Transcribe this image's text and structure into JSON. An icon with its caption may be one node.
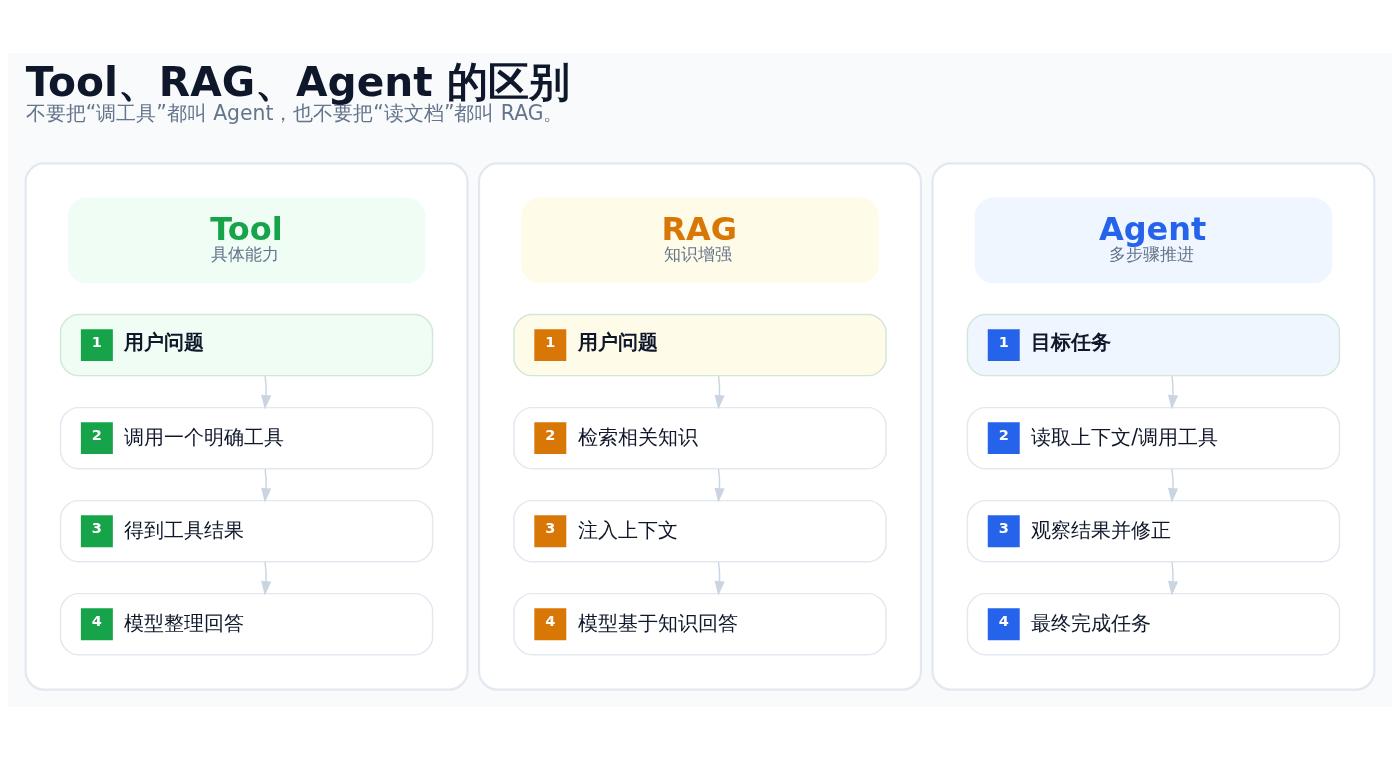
{
  "diagram": {
    "title": "Tool、RAG、Agent 的区别",
    "caption": "不要把“调工具”都叫 Agent，也不要把“读文档”都叫 RAG。",
    "nodes": [
      {
        "text": [],
        "shape": "box"
      },
      {
        "text": [
          "Tool",
          "具体能力"
        ],
        "in": 0
      },
      {
        "text": [
          "1",
          "用户问题"
        ],
        "in": 0
      },
      {
        "text": [
          "2",
          "调用一个明确工具"
        ],
        "in": 0
      },
      {
        "text": [
          "3",
          "得到工具结果"
        ],
        "in": 0
      },
      {
        "text": [
          "4",
          "模型整理回答"
        ],
        "in": 0
      },
      {
        "text": [],
        "shape": "box"
      },
      {
        "text": [
          "RAG",
          "知识增强"
        ],
        "in": 6
      },
      {
        "text": [
          "1",
          "用户问题"
        ],
        "in": 6
      },
      {
        "text": [
          "2",
          "检索相关知识"
        ],
        "in": 6
      },
      {
        "text": [
          "3",
          "注入上下文"
        ],
        "in": 6
      },
      {
        "text": [
          "4",
          "模型基于知识回答"
        ],
        "in": 6
      },
      {
        "text": [],
        "shape": "box"
      },
      {
        "text": [
          "Agent",
          "多步骤推进"
        ],
        "in": 12
      },
      {
        "text": [
          "1",
          "目标任务"
        ],
        "in": 12
      },
      {
        "text": [
          "2",
          "读取上下文/调用工具"
        ],
        "in": 12
      },
      {
        "text": [
          "3",
          "观察结果并修正"
        ],
        "in": 12
      },
      {
        "text": [
          "4",
          "最终完成任务"
        ],
        "in": 12
      }
    ],
    "edges": [
      {
        "from": 2,
        "to": 3,
        "arrow": "to"
      },
      {
        "from": 3,
        "to": 4,
        "arrow": "to"
      },
      {
        "from": 4,
        "to": 5,
        "arrow": "to"
      },
      {
        "from": 8,
        "to": 9,
        "arrow": "to"
      },
      {
        "from": 9,
        "to": 10,
        "arrow": "to"
      },
      {
        "from": 10,
        "to": 11,
        "arrow": "to"
      },
      {
        "from": 14,
        "to": 15,
        "arrow": "to"
      },
      {
        "from": 15,
        "to": 16,
        "arrow": "to"
      },
      {
        "from": 16,
        "to": 17,
        "arrow": "to"
      }
    ]
  }
}
